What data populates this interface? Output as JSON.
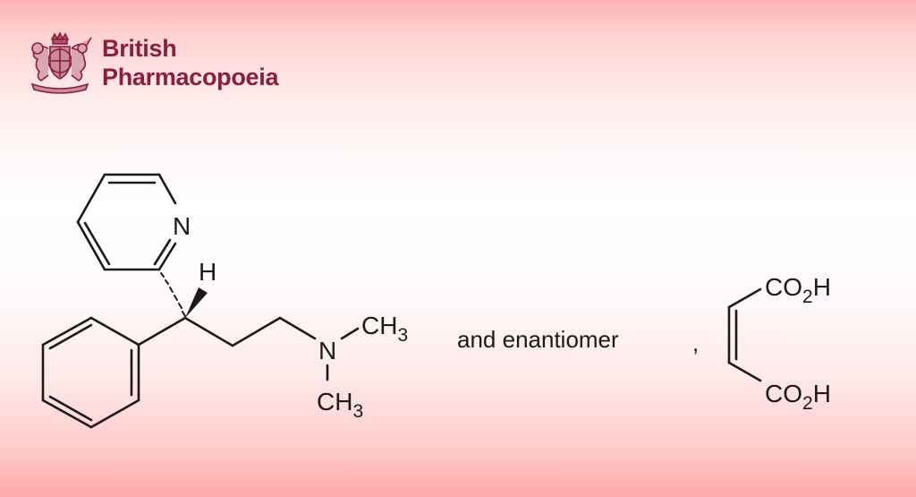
{
  "header": {
    "brand_line1": "British",
    "brand_line2": "Pharmacopoeia",
    "logo_icon": "royal-coat-of-arms-icon",
    "brand_color": "#8a1e3c"
  },
  "structure": {
    "atoms": {
      "pyridine_n": "N",
      "stereo_h": "H",
      "amine_n": "N",
      "methyl_upper": "CH",
      "methyl_upper_sub": "3",
      "methyl_lower": "CH",
      "methyl_lower_sub": "3",
      "acid_upper": "CO",
      "acid_upper_sub": "2",
      "acid_upper_h": "H",
      "acid_lower": "CO",
      "acid_lower_sub": "2",
      "acid_lower_h": "H"
    },
    "caption": "and enantiomer",
    "separator": ","
  },
  "colors": {
    "background_top": "#ffb3b3",
    "background_bottom": "#ffa9a9",
    "bond_color": "#1a1a1a"
  }
}
